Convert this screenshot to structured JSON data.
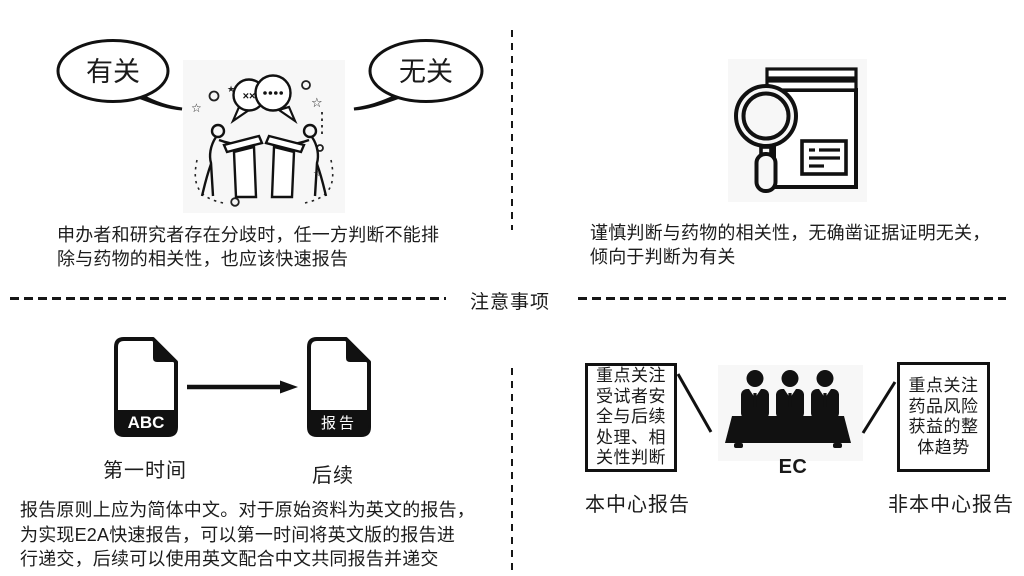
{
  "center_divider_label": "注意事项",
  "top_left": {
    "bubble_left": "有关",
    "bubble_right": "无关",
    "debate_marks_left": "××",
    "caption_line1": "申办者和研究者存在分歧时，任一方判断不能排",
    "caption_line2": "除与药物的相关性，也应该快速报告"
  },
  "top_right": {
    "caption_line1": "谨慎判断与药物的相关性，无确凿证据证明无关，",
    "caption_line2": "倾向于判断为有关"
  },
  "bottom_left": {
    "doc_first_label": "ABC",
    "doc_second_label": "报告",
    "first_caption": "第一时间",
    "second_caption": "后续",
    "caption_line1": "报告原则上应为简体中文。对于原始资料为英文的报告，",
    "caption_line2": "为实现E2A快速报告，可以第一时间将英文版的报告进",
    "caption_line3": "行递交，后续可以使用英文配合中文共同报告并递交"
  },
  "bottom_right": {
    "left_box": [
      "重点关注",
      "受试者安",
      "全与后续",
      "处理、相",
      "关性判断"
    ],
    "right_box": [
      "重点关注",
      "药品风险",
      "获益的整",
      "体趋势"
    ],
    "ec_label": "EC",
    "left_caption": "本中心报告",
    "right_caption": "非本中心报告"
  },
  "colors": {
    "ink": "#1a1a1a",
    "panel_bg": "#f7f7f7"
  }
}
